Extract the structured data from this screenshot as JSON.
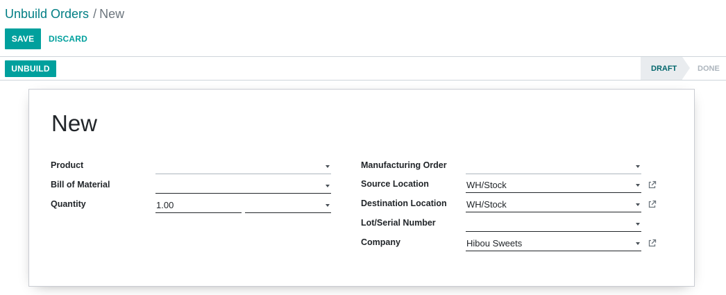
{
  "breadcrumb": {
    "parent": "Unbuild Orders",
    "separator": "/",
    "current": "New"
  },
  "toolbar": {
    "save_label": "SAVE",
    "discard_label": "DISCARD"
  },
  "statusbar": {
    "action_label": "UNBUILD",
    "stages": [
      {
        "label": "DRAFT",
        "active": true
      },
      {
        "label": "DONE",
        "active": false
      }
    ]
  },
  "form": {
    "title": "New",
    "left_fields": [
      {
        "label": "Product",
        "value": ""
      },
      {
        "label": "Bill of Material",
        "value": ""
      },
      {
        "label": "Quantity",
        "value": "1.00",
        "uom": ""
      }
    ],
    "right_fields": [
      {
        "label": "Manufacturing Order",
        "value": ""
      },
      {
        "label": "Source Location",
        "value": "WH/Stock"
      },
      {
        "label": "Destination Location",
        "value": "WH/Stock"
      },
      {
        "label": "Lot/Serial Number",
        "value": ""
      },
      {
        "label": "Company",
        "value": "Hibou Sweets"
      }
    ]
  },
  "colors": {
    "accent": "#00a09d",
    "breadcrumb_link": "#017e84",
    "stage_active_bg": "#e9ecef"
  },
  "icons": {
    "dropdown": "chevron-down-icon",
    "external_link": "external-link-icon"
  }
}
